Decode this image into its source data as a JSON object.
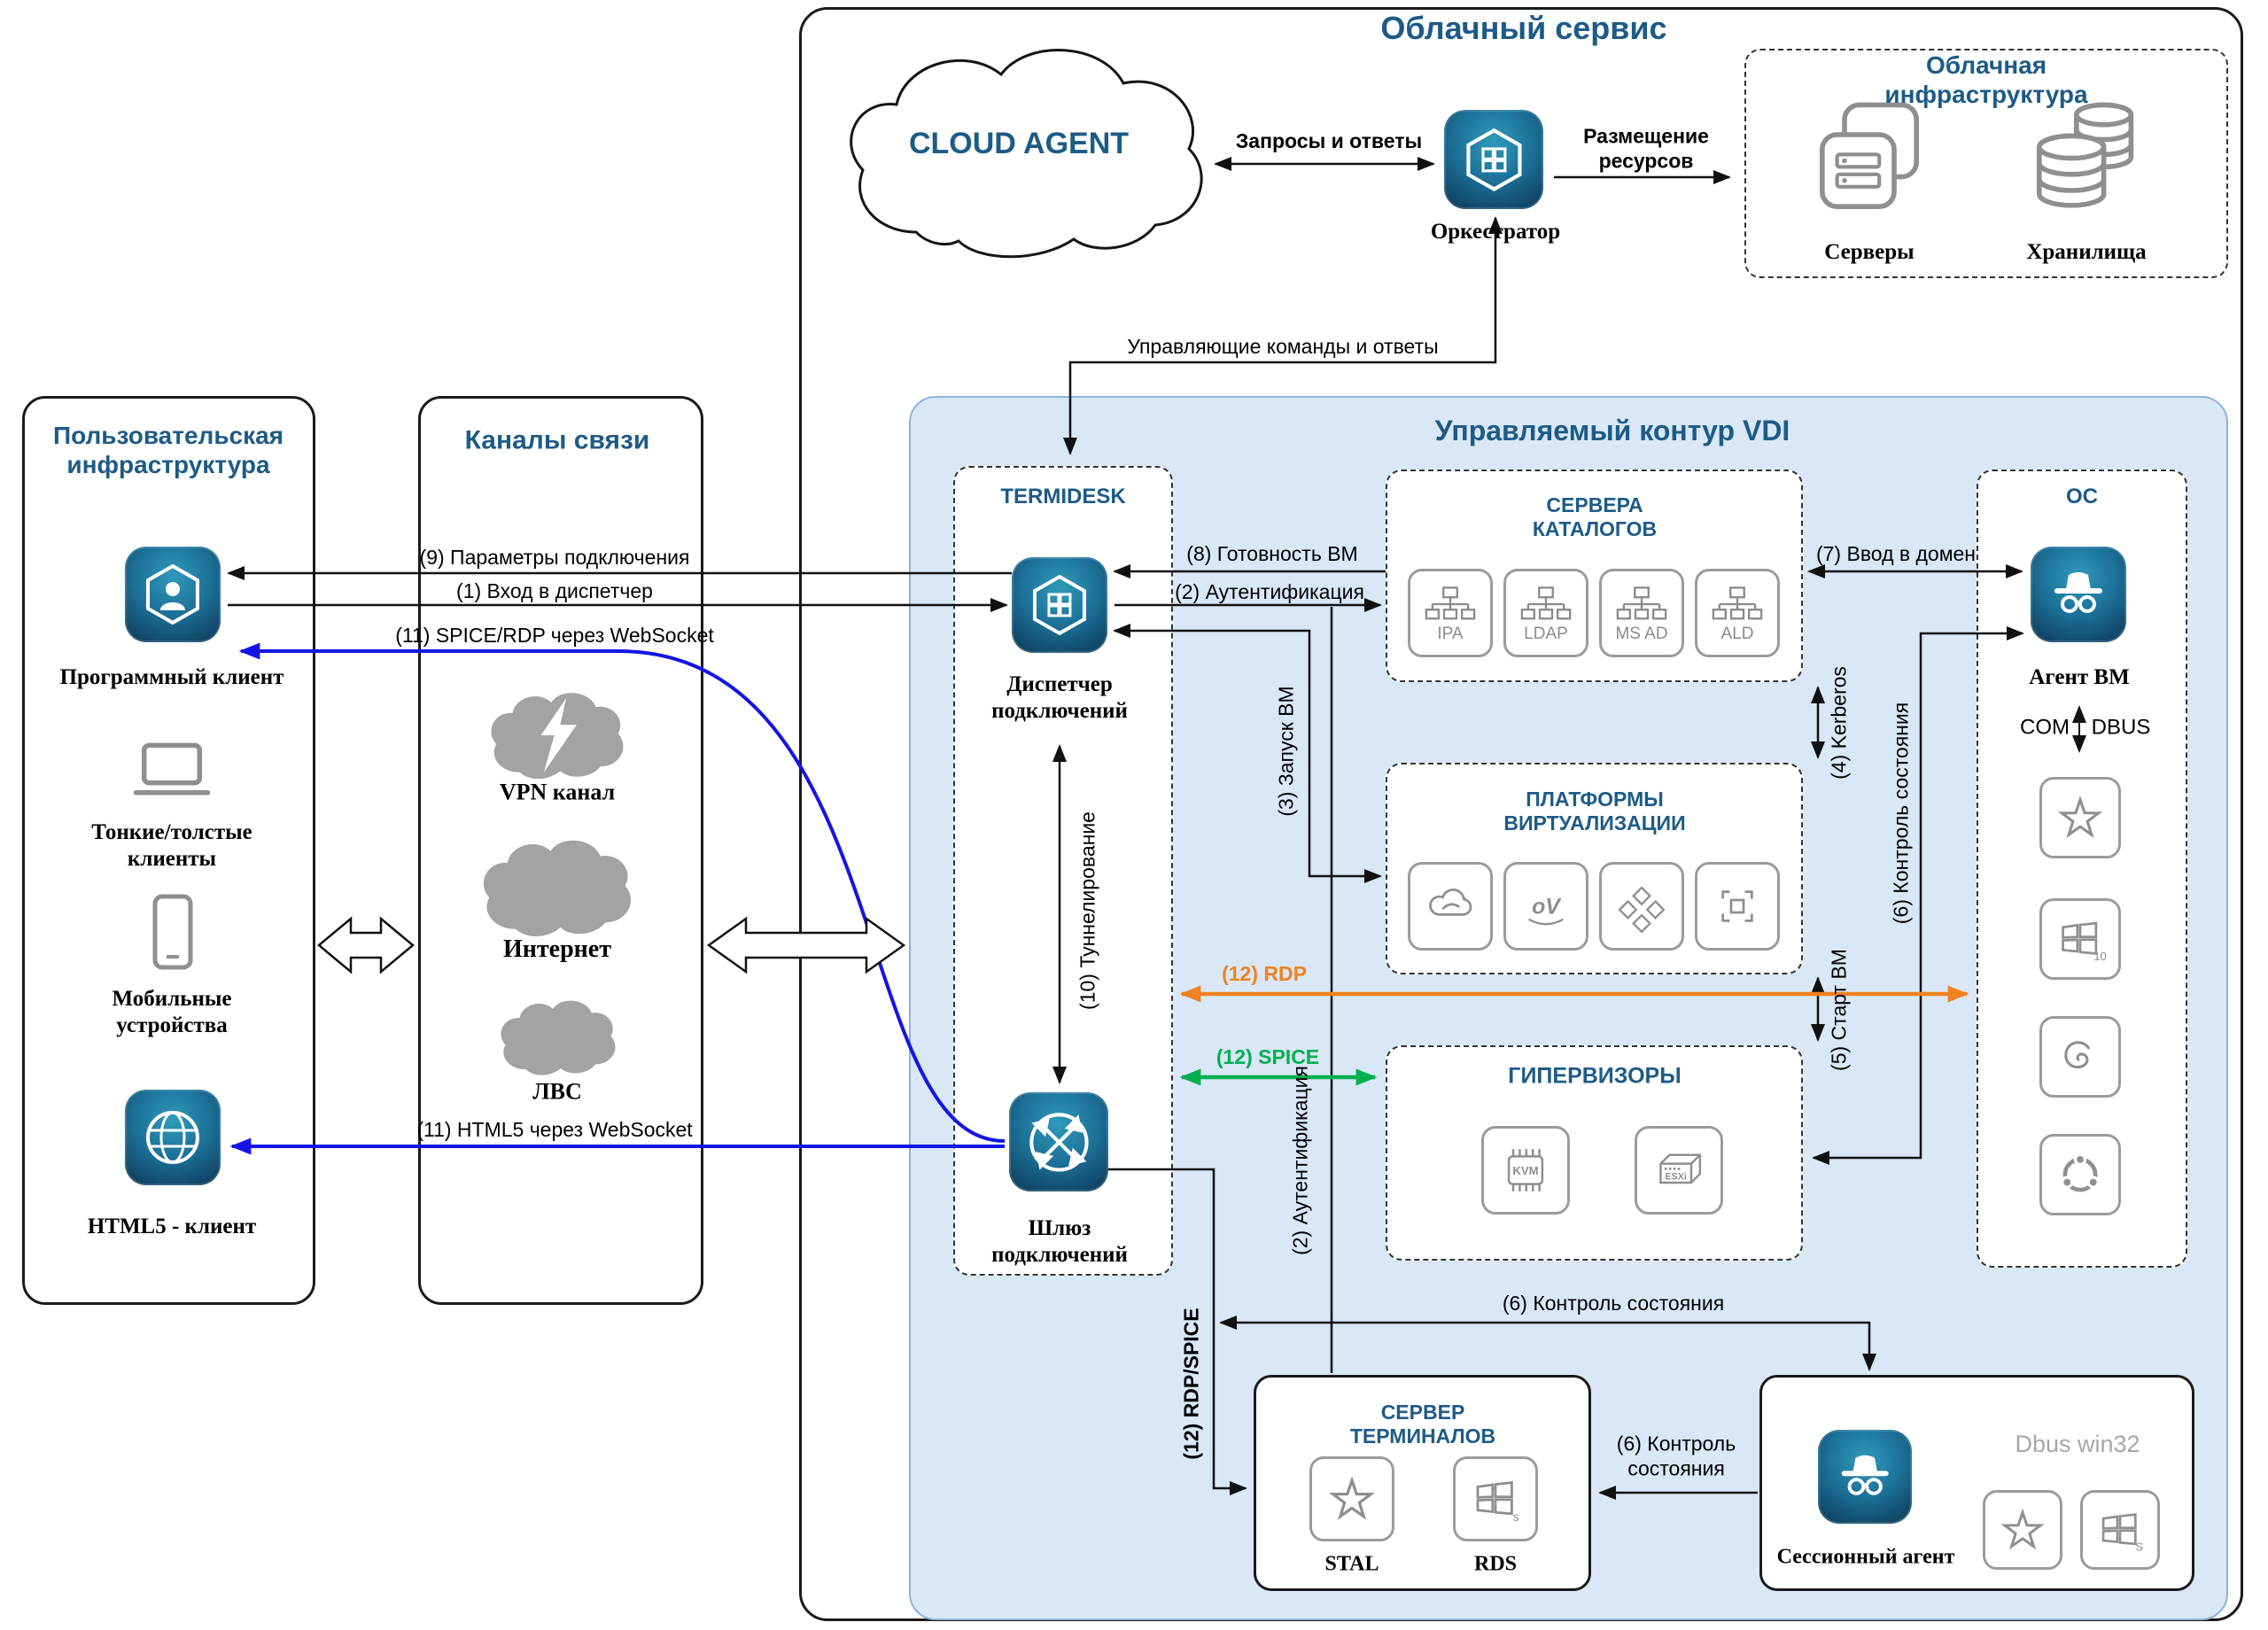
{
  "colors": {
    "title_blue": "#1d5b87",
    "vdi_background": "#d9e7f6",
    "rdp_orange": "#f0811f",
    "spice_green": "#00b050",
    "websocket_blue": "#1414e8",
    "icon_gray": "#8f8f8f",
    "line_black": "#111111"
  },
  "cloud_service": {
    "title": "Облачный сервис",
    "cloud_agent_label": "CLOUD AGENT",
    "orchestrator_caption": "Оркестратор",
    "requests_label": "Запросы и ответы",
    "resources_label": "Размещение\nресурсов",
    "commands_label": "Управляющие команды и ответы",
    "infra": {
      "title": "Облачная инфраструктура",
      "servers_caption": "Серверы",
      "storage_caption": "Хранилища"
    }
  },
  "user_infra": {
    "title": "Пользовательская\nинфраструктура",
    "software_client_caption": "Программный клиент",
    "thin_clients_caption": "Тонкие/толстые\nклиенты",
    "mobile_caption": "Мобильные\nустройства",
    "html5_caption": "HTML5 - клиент"
  },
  "channels": {
    "title": "Каналы связи",
    "vpn_caption": "VPN канал",
    "internet_caption": "Интернет",
    "lan_caption": "ЛВС"
  },
  "vdi": {
    "title": "Управляемый контур VDI",
    "termidesk": {
      "title": "TERMIDESK",
      "dispatcher_caption": "Диспетчер\nподключений",
      "gateway_caption": "Шлюз\nподключений"
    },
    "directory": {
      "title": "СЕРВЕРА\nКАТАЛОГОВ",
      "items": [
        "IPA",
        "LDAP",
        "MS AD",
        "ALD"
      ]
    },
    "platforms": {
      "title": "ПЛАТФОРМЫ\nВИРТУАЛИЗАЦИИ",
      "ovirt_label": "oV"
    },
    "hypervisors": {
      "title": "ГИПЕРВИЗОРЫ",
      "kvm_label": "KVM",
      "esxi_label": "ESXi"
    },
    "terminal": {
      "title": "СЕРВЕР\nТЕРМИНАЛОВ",
      "stal_caption": "STAL",
      "rds_caption": "RDS",
      "rds_sub": "s"
    },
    "os": {
      "title": "ОС",
      "agent_caption": "Агент ВМ",
      "com_label": "COM",
      "dbus_label": "DBUS",
      "win_sub": "10"
    },
    "session": {
      "caption": "Сессионный агент",
      "dbus_label": "Dbus win32",
      "win_sub": "S"
    }
  },
  "edges": {
    "e1": "(1) Вход в диспетчер",
    "e2a": "(2) Аутентификация",
    "e2b": "(2) Аутентификация",
    "e3": "(3) Запуск ВМ",
    "e4": "(4) Kerberos",
    "e5": "(5) Старт ВМ",
    "e6a": "(6) Контроль состояния",
    "e6b": "(6) Контроль состояния",
    "e6c": "(6) Контроль\nсостояния",
    "e7": "(7) Ввод в домен",
    "e8": "(8) Готовность ВМ",
    "e9": "(9) Параметры подключения",
    "e10": "(10) Туннелирование",
    "e11_spice_rdp": "(11) SPICE/RDP через WebSocket",
    "e11_html5": "(11) HTML5 через WebSocket",
    "e12_rdp": "(12) RDP",
    "e12_spice": "(12) SPICE",
    "e12_rdp_spice": "(12) RDP/SPICE"
  },
  "icons": {
    "orchestrator": "hexagon-grid",
    "dispatcher": "hexagon-grid",
    "gateway": "circle-cross-arrows",
    "software_client": "person-hexagon",
    "html5_client": "globe",
    "vm_agent": "spy",
    "session_agent": "spy",
    "vpn": "cloud-lightning",
    "internet": "cloud",
    "lan": "cloud",
    "servers": "server-cards",
    "storage": "database-cylinders",
    "thin_clients": "laptop",
    "mobile": "smartphone",
    "directory_server": "network-tree",
    "kvm": "chip",
    "esxi": "server-3d",
    "stal": "star",
    "rds": "windows-panes",
    "astra": "star",
    "windows10": "windows-panes",
    "debian": "swirl",
    "ubuntu": "circle-of-friends"
  }
}
